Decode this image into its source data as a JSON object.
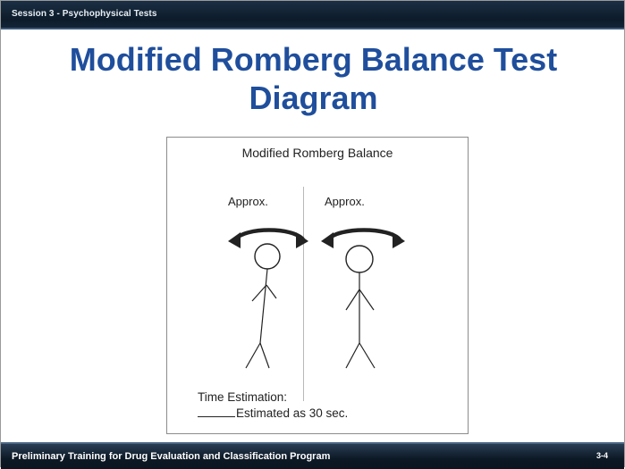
{
  "header": {
    "session_label": "Session 3 - Psychophysical Tests"
  },
  "slide": {
    "title_line1": "Modified Romberg Balance Test",
    "title_line2": "Diagram"
  },
  "diagram": {
    "title": "Modified Romberg Balance",
    "left_label": "Approx.",
    "right_label": "Approx.",
    "time_estimation_label": "Time Estimation:",
    "estimated_text": "Estimated as 30 sec."
  },
  "footer": {
    "program_name": "Preliminary Training for Drug Evaluation and Classification Program",
    "page_number": "3-4"
  },
  "colors": {
    "title": "#1f4e9c",
    "bars": "#0d1b2a"
  }
}
